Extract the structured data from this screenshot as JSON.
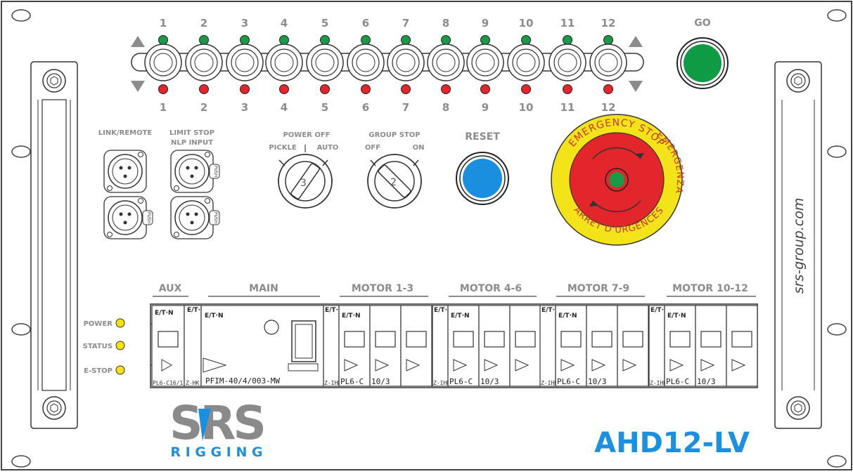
{
  "channels": {
    "numbers": [
      "1",
      "2",
      "3",
      "4",
      "5",
      "6",
      "7",
      "8",
      "9",
      "10",
      "11",
      "12"
    ],
    "up_led_color": "#1a9a46",
    "down_led_color": "#e5252a",
    "up_arrow_icon": "triangle-up-icon",
    "down_arrow_icon": "triangle-down-icon"
  },
  "go": {
    "label": "GO",
    "color": "#0f9a44"
  },
  "connectors": {
    "link_label": "LINK/REMOTE",
    "limit_label_1": "LIMIT STOP",
    "limit_label_2": "NLP INPUT",
    "push_label": "PUSH"
  },
  "power_off": {
    "label": "POWER OFF",
    "pickle": "PICKLE",
    "auto": "AUTO",
    "key_number": "3"
  },
  "group_stop": {
    "label": "GROUP STOP",
    "off": "OFF",
    "on": "ON",
    "key_number": "2"
  },
  "reset": {
    "label": "RESET",
    "color": "#1a8fe0"
  },
  "estop": {
    "top_text": "EMERGENCY STOP",
    "right_text": "EMERGENZA",
    "bottom_text": "ARRET D'URGENCES",
    "ring_color": "#f3e419",
    "cap_color": "#e3262b",
    "center_color": "#1a9a46"
  },
  "status": {
    "power": "POWER",
    "status": "STATUS",
    "estop": "E-STOP",
    "led_color": "#f5e20a"
  },
  "breakers": {
    "groups": [
      "AUX",
      "MAIN",
      "MOTOR 1-3",
      "MOTOR 4-6",
      "MOTOR 7-9",
      "MOTOR 10-12"
    ],
    "brand": "E/T·N",
    "small_brand": "E/T·N",
    "aux_model": "PL6-C16/1",
    "zhk": "Z-HK",
    "main_model": "PFIM-40/4/003-MW",
    "zihk": "Z-IHK",
    "motor_model_a": "PL6-C",
    "motor_model_b": "10/3"
  },
  "brand": {
    "logo_text": "SRS",
    "sub": "R I G G I N G",
    "model": "AHD12-LV",
    "website": "srs-group.com",
    "model_color": "#1b8fe0"
  }
}
